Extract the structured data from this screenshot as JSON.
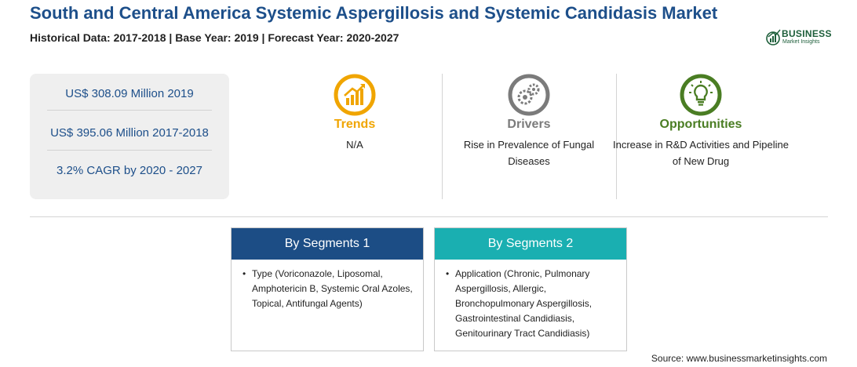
{
  "header": {
    "title": "South and Central America Systemic Aspergillosis and Systemic Candidasis Market",
    "subtitle": "Historical Data: 2017-2018 | Base Year: 2019 | Forecast Year: 2020-2027"
  },
  "logo": {
    "line1": "BUSINESS",
    "line2": "Market Insights"
  },
  "stats": {
    "value_2019": "US$ 308.09 Million 2019",
    "value_2017_2018": "US$ 395.06 Million 2017-2018",
    "cagr": "3.2% CAGR by 2020 - 2027"
  },
  "columns": {
    "trends": {
      "heading": "Trends",
      "text": "N/A",
      "icon": "trend-chart-icon"
    },
    "drivers": {
      "heading": "Drivers",
      "text": "Rise in Prevalence of Fungal Diseases",
      "icon": "gears-icon"
    },
    "opportunities": {
      "heading": "Opportunities",
      "text": "Increase in R&D Activities and Pipeline of New Drug",
      "icon": "lightbulb-icon"
    }
  },
  "segments": {
    "seg1": {
      "heading": "By Segments 1",
      "bullet": "•",
      "text": "Type (Voriconazole, Liposomal, Amphotericin B, Systemic Oral Azoles, Topical, Antifungal Agents)"
    },
    "seg2": {
      "heading": "By Segments 2",
      "bullet": "•",
      "text": "Application (Chronic, Pulmonary Aspergillosis, Allergic, Bronchopulmonary Aspergillosis, Gastrointestinal Candidiasis, Genitourinary Tract Candidiasis)"
    }
  },
  "source": "Source: www.businessmarketinsights.com",
  "colors": {
    "title_blue": "#1d4f8a",
    "trends_orange": "#f0a500",
    "drivers_gray": "#7b7b7b",
    "opportunities_green": "#4a7d23",
    "segment1_navy": "#1c4d85",
    "segment2_teal": "#1aafb1"
  }
}
